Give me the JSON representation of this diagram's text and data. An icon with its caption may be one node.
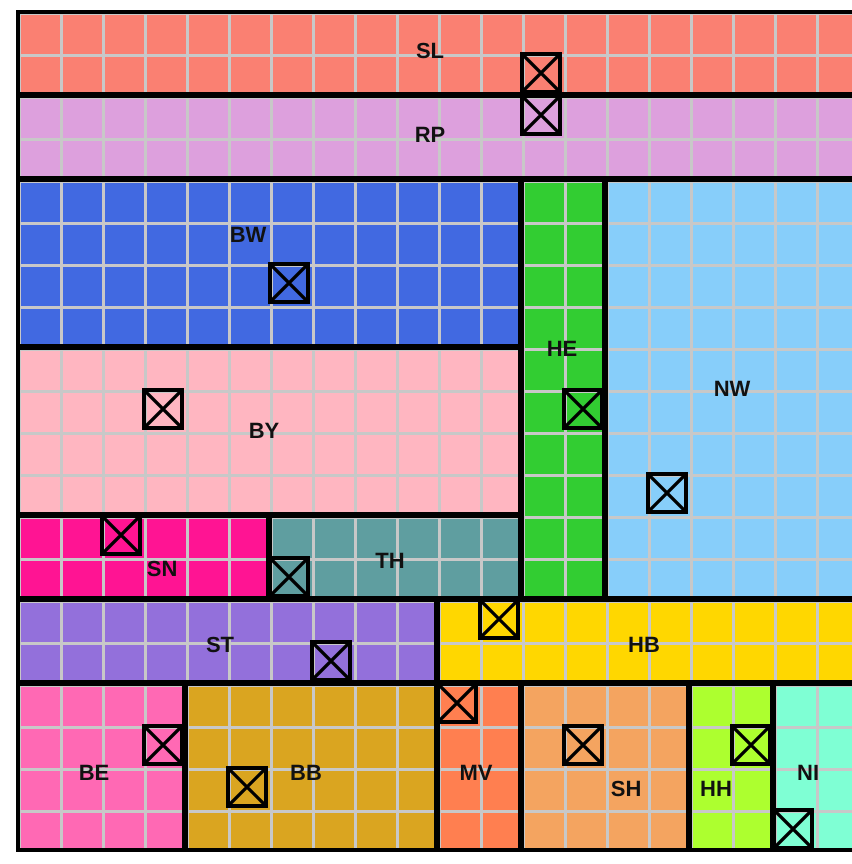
{
  "diagram": {
    "nodes": [
      {
        "text": [
          "SL"
        ]
      },
      {
        "text": [
          "RP"
        ]
      },
      {
        "text": [
          "BW"
        ]
      },
      {
        "text": [
          "HE"
        ]
      },
      {
        "text": [
          "NW"
        ]
      },
      {
        "text": [
          "BY"
        ]
      },
      {
        "text": [
          "SN"
        ]
      },
      {
        "text": [
          "TH"
        ]
      },
      {
        "text": [
          "ST"
        ]
      },
      {
        "text": [
          "HB"
        ]
      },
      {
        "text": [
          "BE"
        ]
      },
      {
        "text": [
          "BB"
        ]
      },
      {
        "text": [
          "MV"
        ]
      },
      {
        "text": [
          "SH"
        ]
      },
      {
        "text": [
          "HH"
        ]
      },
      {
        "text": [
          "NI"
        ]
      }
    ]
  }
}
